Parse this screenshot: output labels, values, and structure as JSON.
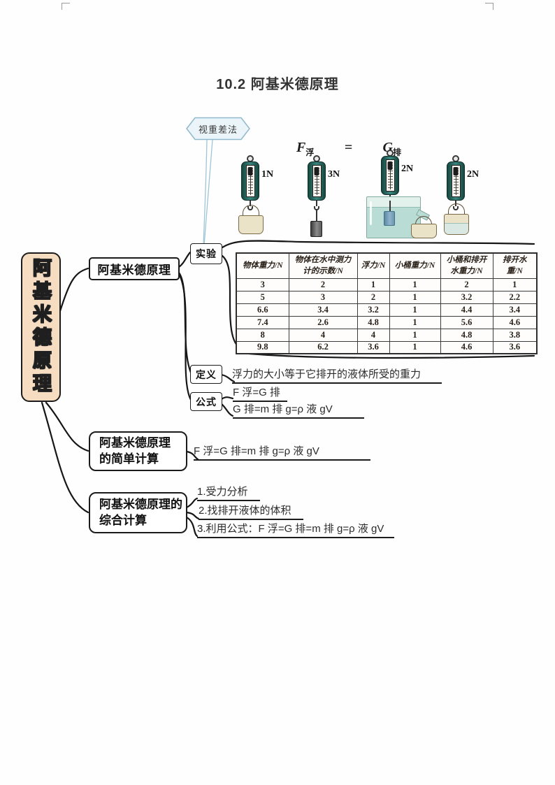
{
  "title": "10.2 阿基米德原理",
  "callout": {
    "label": "视重差法"
  },
  "figure": {
    "formula": {
      "lhs": "F",
      "lhs_sub": "浮",
      "eq": "=",
      "rhs": "G",
      "rhs_sub": "排"
    },
    "scales": [
      {
        "reading": "1N"
      },
      {
        "reading": "3N"
      },
      {
        "reading": "2N"
      },
      {
        "reading": "2N"
      }
    ]
  },
  "mindmap": {
    "root_label": "阿基米德原理",
    "branch_principle": {
      "label": "阿基米德原理",
      "experiment_label": "实验",
      "definition_label": "定义",
      "definition_text": "浮力的大小等于它排开的液体所受的重力",
      "formula_label": "公式",
      "formula_line1": "F 浮=G 排",
      "formula_line2": "G 排=m 排 g=ρ 液 gV"
    },
    "branch_simple": {
      "label_line1": "阿基米德原理",
      "label_line2": "的简单计算",
      "formula": "F 浮=G 排=m 排 g=ρ 液 gV"
    },
    "branch_comprehensive": {
      "label_line1": "阿基米德原理的",
      "label_line2": "综合计算",
      "steps": [
        "1.受力分析",
        "2.找排开液体的体积",
        "3.利用公式：F 浮=G 排=m 排 g=ρ 液 gV"
      ]
    }
  },
  "table": {
    "headers": [
      {
        "l1": "物体重力/N",
        "l2": ""
      },
      {
        "l1": "物体在水中测力",
        "l2": "计的示数/N"
      },
      {
        "l1": "浮力/N",
        "l2": ""
      },
      {
        "l1": "小桶重力/N",
        "l2": ""
      },
      {
        "l1": "小桶和排开",
        "l2": "水重力/N"
      },
      {
        "l1": "排开水",
        "l2": "重/N"
      }
    ],
    "rows": [
      [
        "3",
        "2",
        "1",
        "1",
        "2",
        "1"
      ],
      [
        "5",
        "3",
        "2",
        "1",
        "3.2",
        "2.2"
      ],
      [
        "6.6",
        "3.4",
        "3.2",
        "1",
        "4.4",
        "3.4"
      ],
      [
        "7.4",
        "2.6",
        "4.8",
        "1",
        "5.6",
        "4.6"
      ],
      [
        "8",
        "4",
        "4",
        "1",
        "4.8",
        "3.8"
      ],
      [
        "9.8",
        "6.2",
        "3.6",
        "1",
        "4.6",
        "3.6"
      ]
    ]
  },
  "colors": {
    "root_fill": "#f6ddc1",
    "callout_fill": "#eaf4f9",
    "callout_border": "#8fb9cc",
    "scale_teal": "#2e7068",
    "water": "#b9dcd4"
  }
}
